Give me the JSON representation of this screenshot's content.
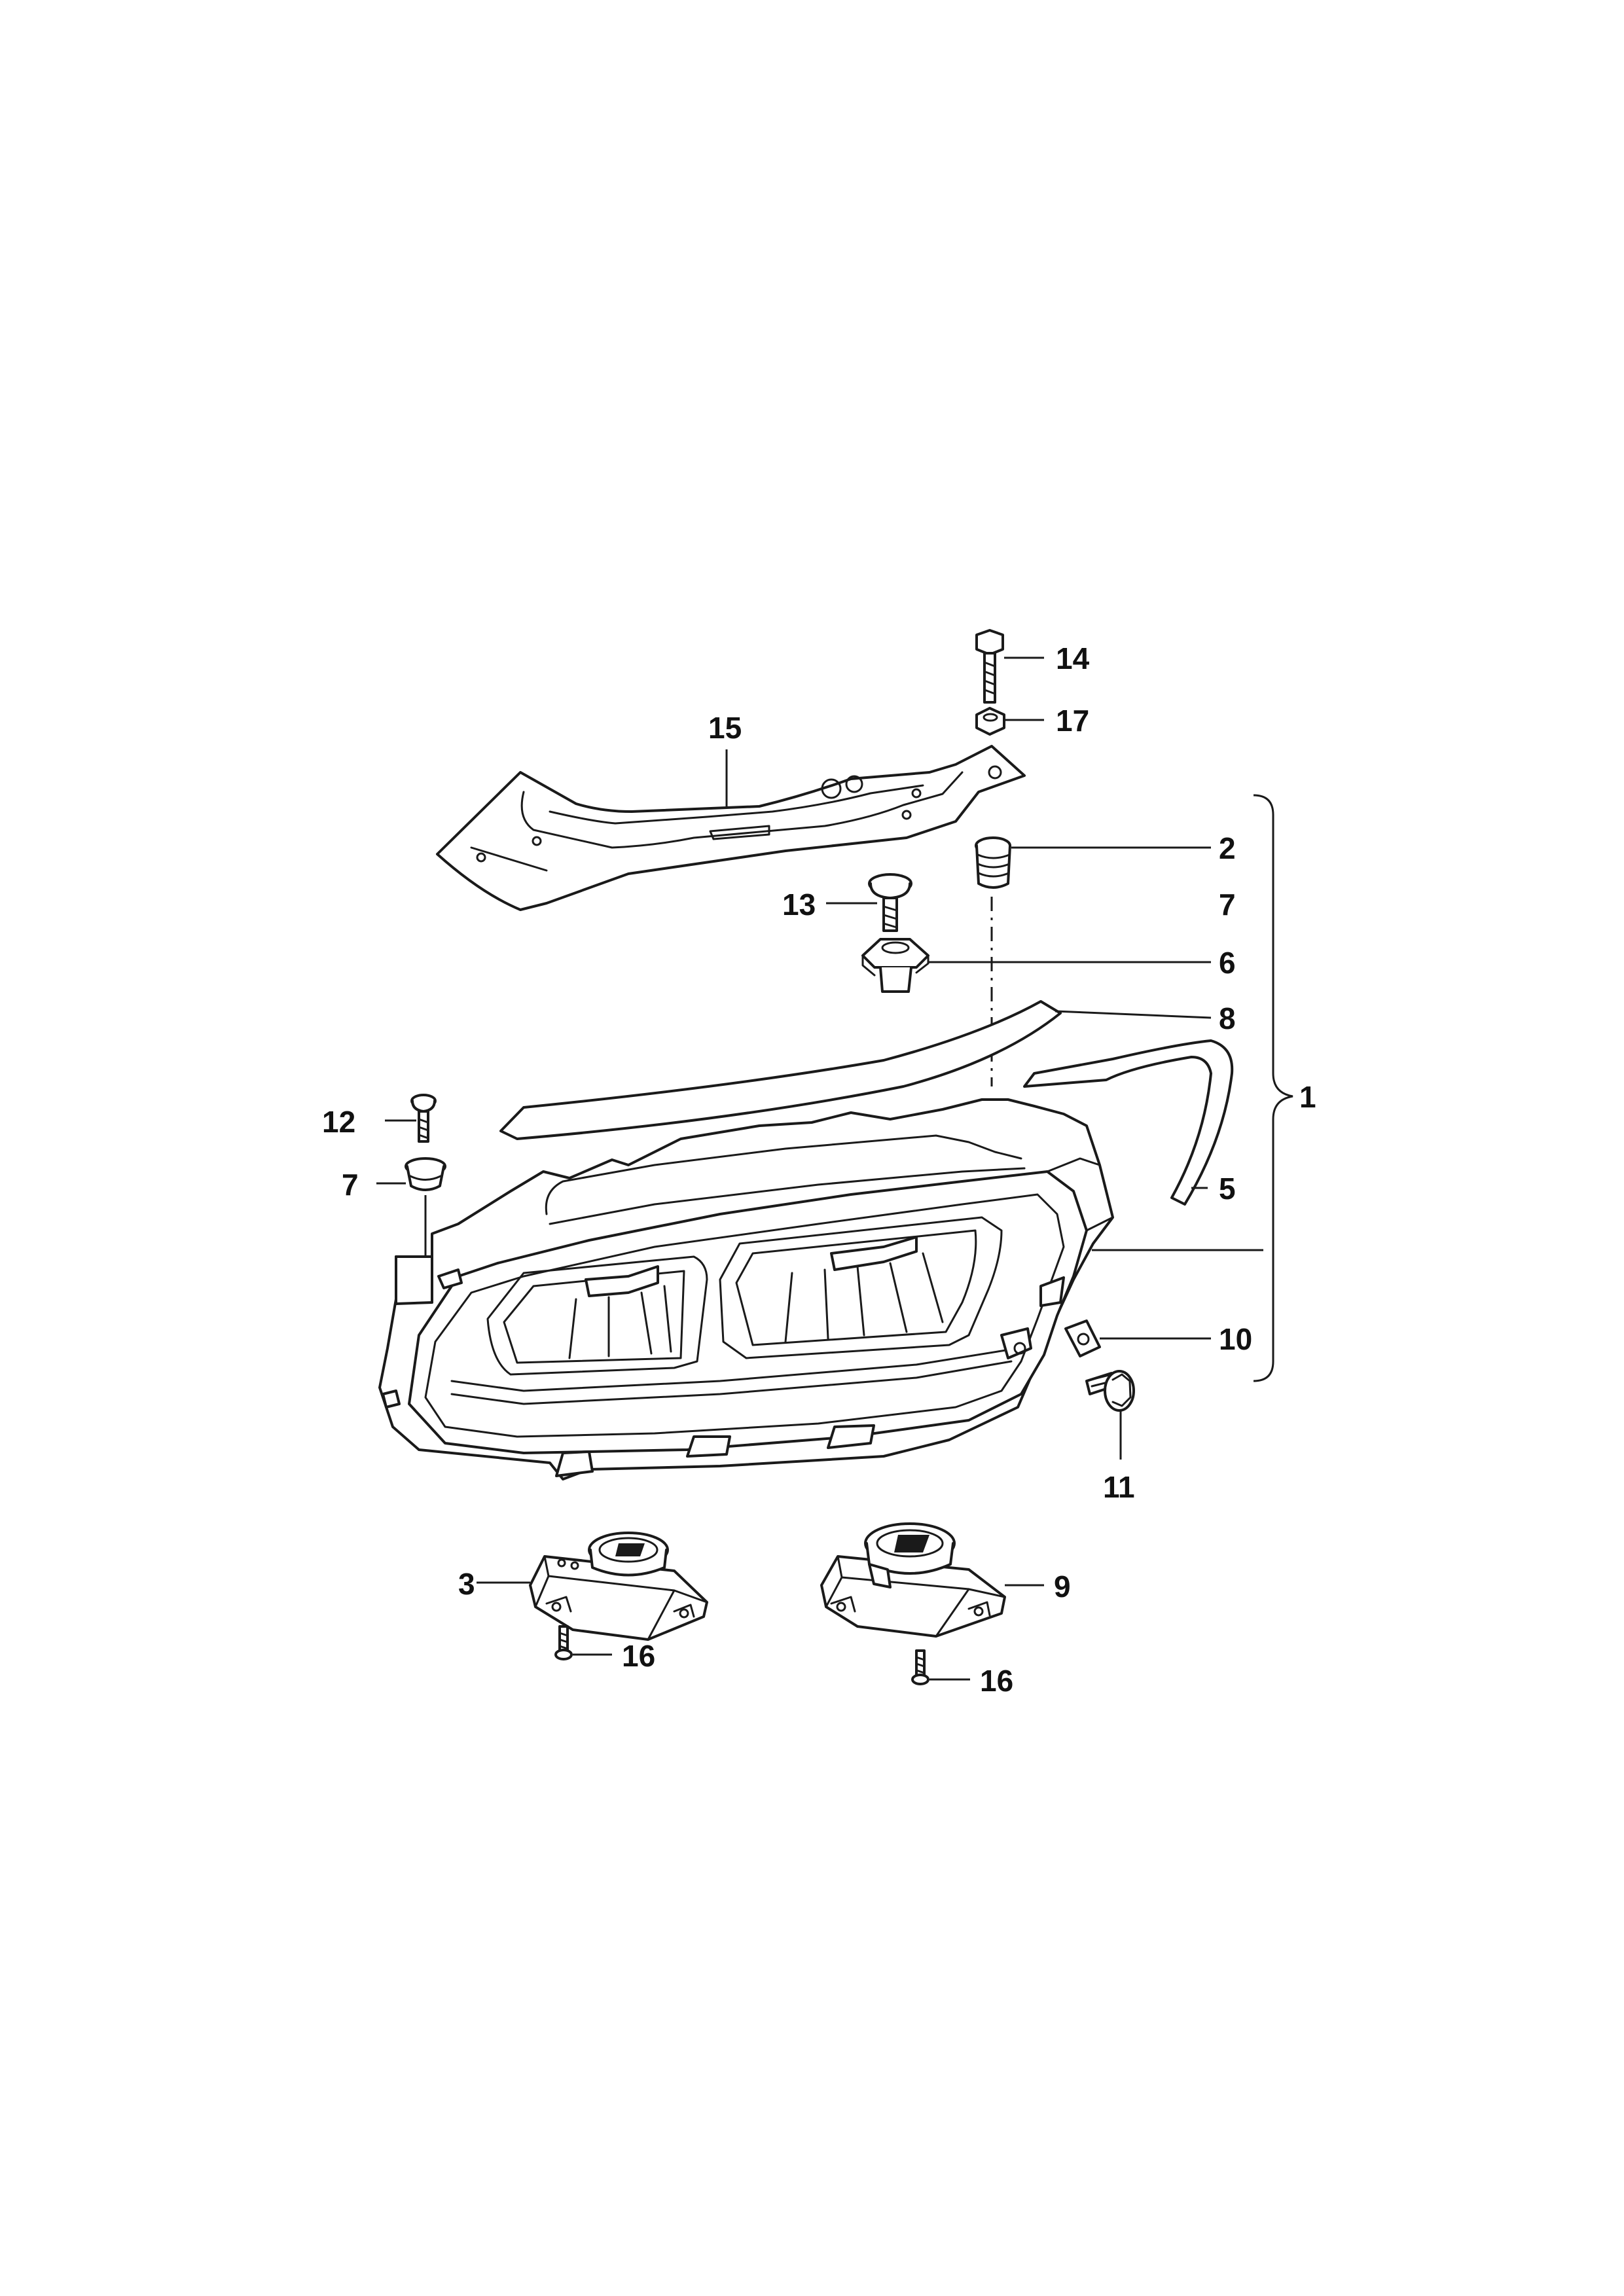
{
  "callouts": [
    {
      "id": "14",
      "label": "14"
    },
    {
      "id": "17",
      "label": "17"
    },
    {
      "id": "15",
      "label": "15"
    },
    {
      "id": "2",
      "label": "2"
    },
    {
      "id": "7a",
      "label": "7"
    },
    {
      "id": "13",
      "label": "13"
    },
    {
      "id": "6",
      "label": "6"
    },
    {
      "id": "8",
      "label": "8"
    },
    {
      "id": "1",
      "label": "1"
    },
    {
      "id": "12",
      "label": "12"
    },
    {
      "id": "7b",
      "label": "7"
    },
    {
      "id": "5",
      "label": "5"
    },
    {
      "id": "10",
      "label": "10"
    },
    {
      "id": "11",
      "label": "11"
    },
    {
      "id": "3",
      "label": "3"
    },
    {
      "id": "9",
      "label": "9"
    },
    {
      "id": "16a",
      "label": "16"
    },
    {
      "id": "16b",
      "label": "16"
    }
  ],
  "colors": {
    "line": "#1a1a1a",
    "background": "#ffffff"
  }
}
